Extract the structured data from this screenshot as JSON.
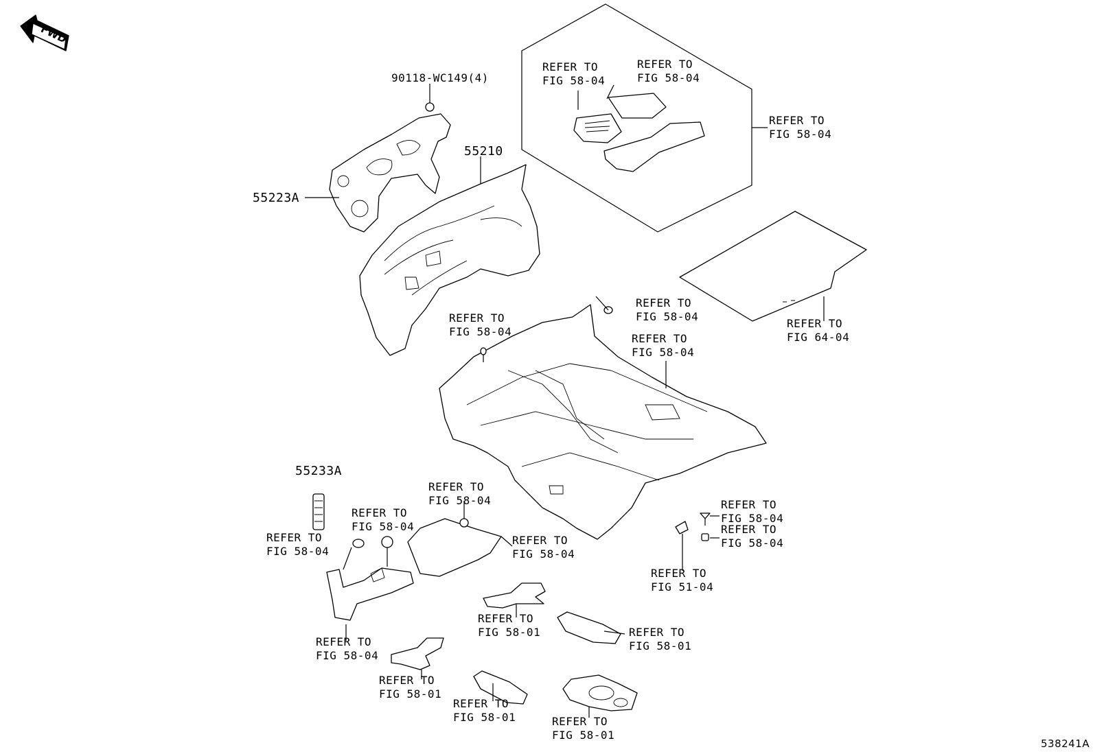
{
  "fwd_label": "FWD",
  "reference_code": "538241A",
  "part_numbers": {
    "bolt": "90118-WC149(4)",
    "silencer": "55223A",
    "dash_panel": "55210",
    "retainer": "55233A"
  },
  "refer_labels": {
    "r_mats_left": [
      "REFER TO",
      "FIG 58-04"
    ],
    "r_mats_mid": [
      "REFER TO",
      "FIG 58-04"
    ],
    "r_mats_box": [
      "REFER TO",
      "FIG 58-04"
    ],
    "r_dash_clip": [
      "REFER TO",
      "FIG 58-04"
    ],
    "r_floor_clip": [
      "REFER TO",
      "FIG 58-04"
    ],
    "r_floor_rear": [
      "REFER TO",
      "FIG 58-04"
    ],
    "r_tonneau": [
      "REFER TO",
      "FIG 64-04"
    ],
    "r_grommet_left": [
      "REFER TO",
      "FIG 58-04"
    ],
    "r_grommet_mid": [
      "REFER TO",
      "FIG 58-04"
    ],
    "r_grommet_top": [
      "REFER TO",
      "FIG 58-04"
    ],
    "r_heat_panel": [
      "REFER TO",
      "FIG 58-04"
    ],
    "r_clip_a": [
      "REFER TO",
      "FIG 58-04"
    ],
    "r_clip_b": [
      "REFER TO",
      "FIG 58-04"
    ],
    "r_harness": [
      "REFER TO",
      "FIG 51-04"
    ],
    "r_side_panel": [
      "REFER TO",
      "FIG 58-04"
    ],
    "r_ins_1": [
      "REFER TO",
      "FIG 58-01"
    ],
    "r_ins_2": [
      "REFER TO",
      "FIG 58-01"
    ],
    "r_ins_3": [
      "REFER TO",
      "FIG 58-01"
    ],
    "r_ins_4": [
      "REFER TO",
      "FIG 58-01"
    ],
    "r_ins_5": [
      "REFER TO",
      "FIG 58-01"
    ]
  }
}
